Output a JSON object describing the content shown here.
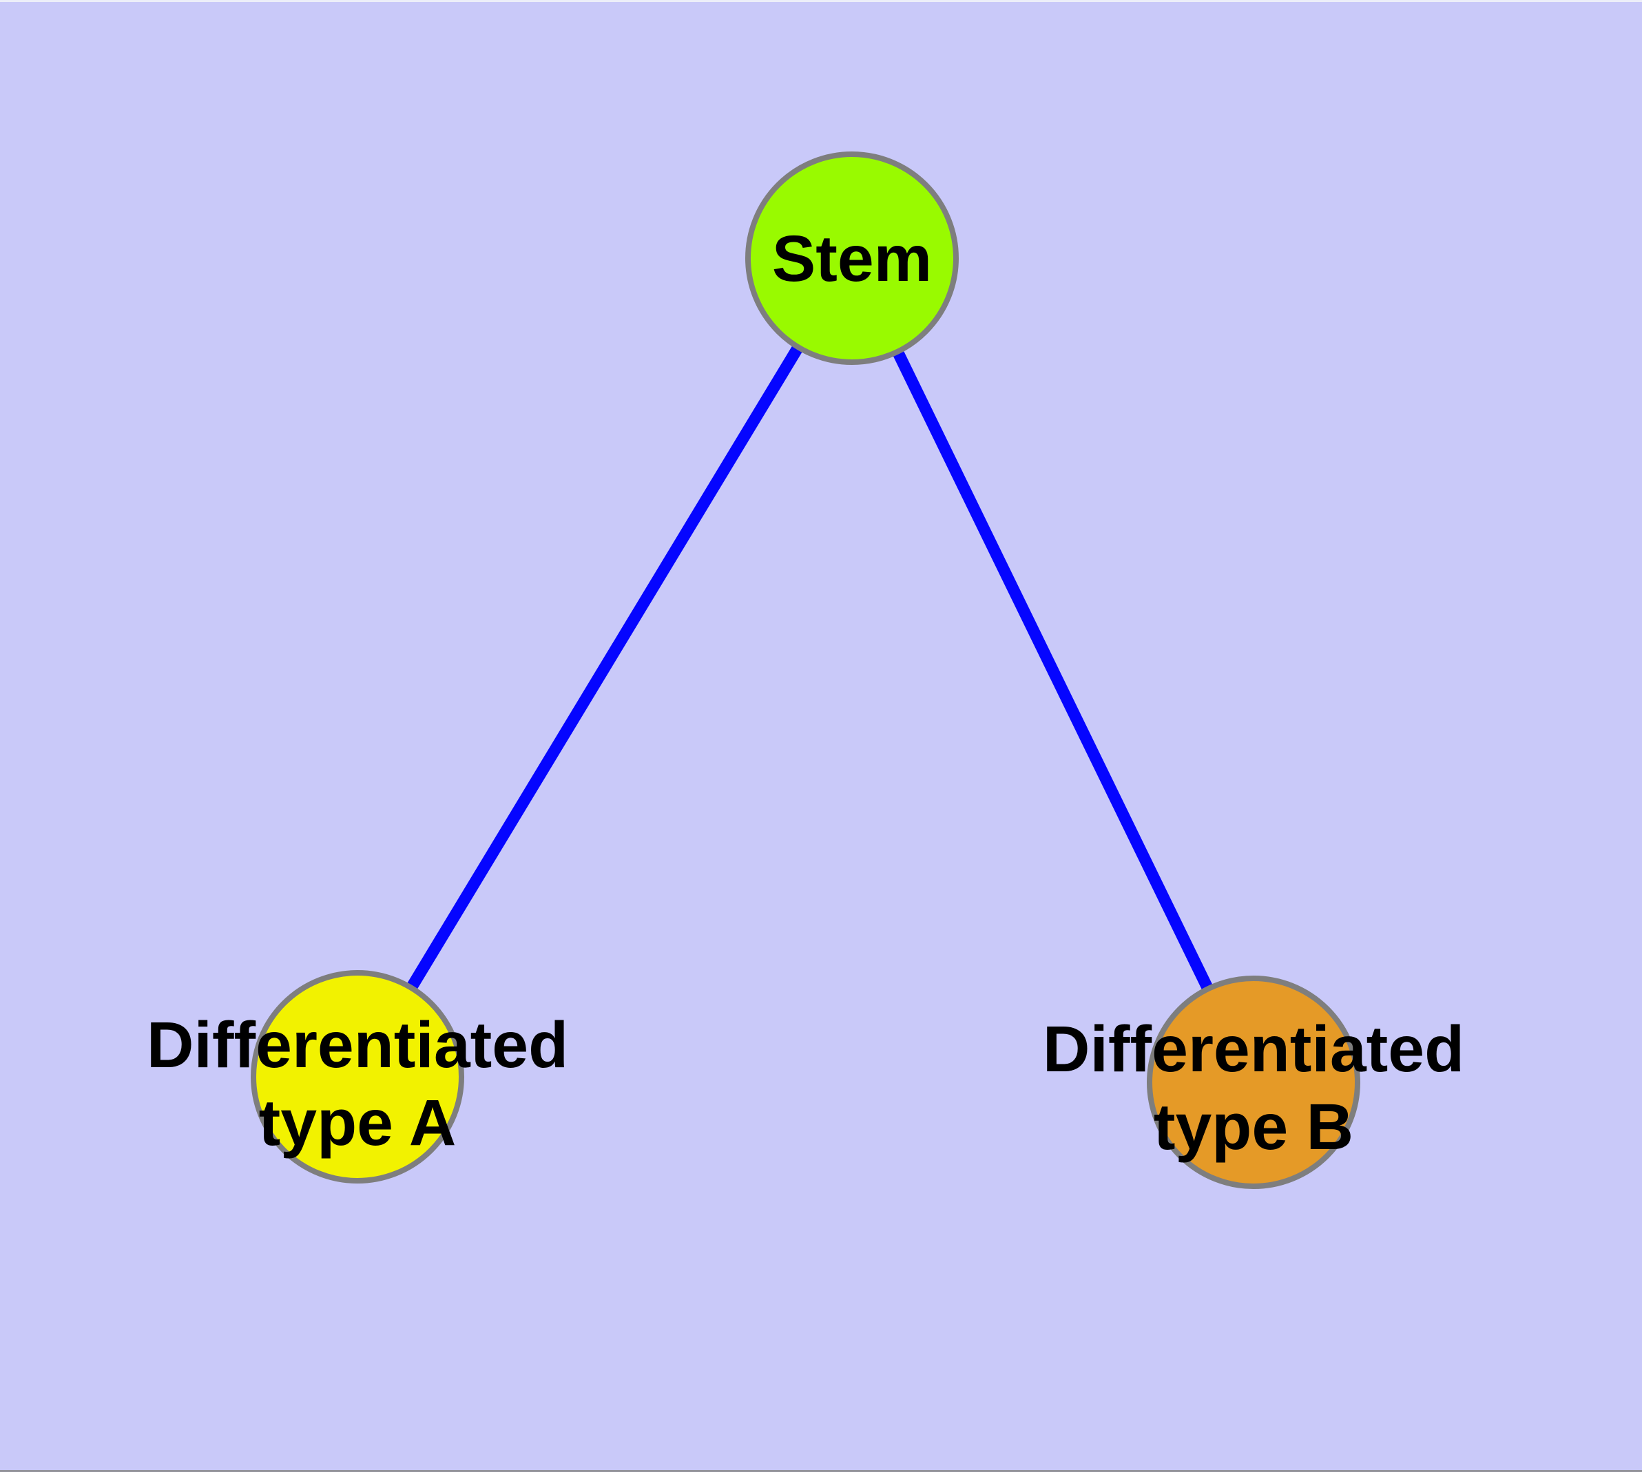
{
  "canvas": {
    "background_color": "#C9C9F9",
    "top_hairline_color": "#ECEEF9",
    "bottom_hairline_color": "#94949C"
  },
  "edges": {
    "color": "#0505FF",
    "items": [
      {
        "from": "Stem",
        "to": "Differentiated type A"
      },
      {
        "from": "Stem",
        "to": "Differentiated type B"
      }
    ]
  },
  "nodes": {
    "stem": {
      "label": "Stem",
      "fill": "#99FA00",
      "border": "#7E7E7E"
    },
    "typeA": {
      "label_line1": "Differentiated",
      "label_line2": "type A",
      "fill": "#F2F200",
      "border": "#7E7E7E"
    },
    "typeB": {
      "label_line1": "Differentiated",
      "label_line2": "type B",
      "fill": "#E59A27",
      "border": "#7E7E7E"
    }
  }
}
